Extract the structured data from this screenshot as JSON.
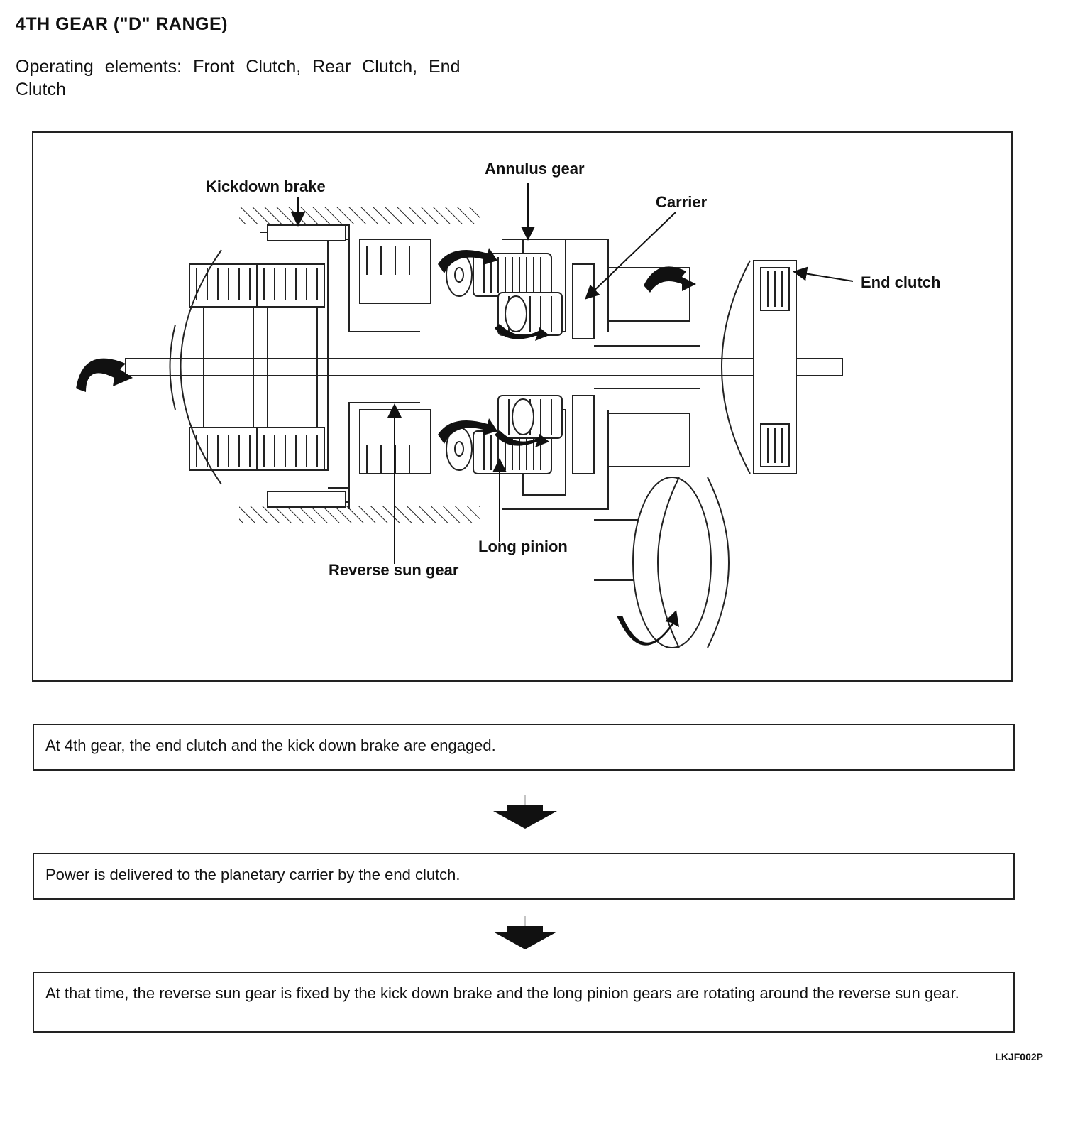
{
  "title": "4TH GEAR (\"D\" RANGE)",
  "operating_elements": "Operating elements: Front Clutch, Rear Clutch, End Clutch",
  "diagram": {
    "labels": {
      "kickdown_brake": "Kickdown brake",
      "annulus_gear": "Annulus gear",
      "carrier": "Carrier",
      "end_clutch": "End clutch",
      "long_pinion": "Long pinion",
      "reverse_sun_gear": "Reverse sun gear"
    }
  },
  "steps": [
    "At 4th gear, the end clutch and the kick down brake are engaged.",
    "Power is delivered to the planetary carrier by the end clutch.",
    "At that time, the reverse sun gear is fixed by the kick down brake and the long pinion gears are rotating around the reverse sun gear."
  ],
  "figure_code": "LKJF002P"
}
